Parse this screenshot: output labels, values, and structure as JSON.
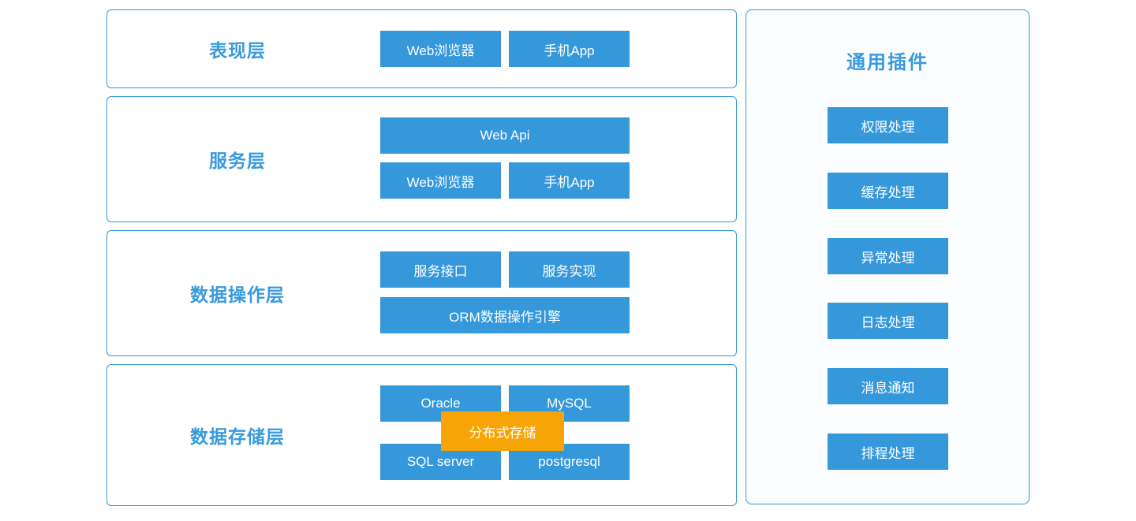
{
  "colors": {
    "primary_blue": "#3598db",
    "label_blue": "#3a9adc",
    "accent_orange": "#f7a406",
    "panel_background": "#fbfdff",
    "block_text": "#ffffff"
  },
  "layers": [
    {
      "label": "表现层",
      "buttons": [
        "Web浏览器",
        "手机App"
      ]
    },
    {
      "label": "服务层",
      "buttons": [
        "Web Api",
        "Web浏览器",
        "手机App"
      ]
    },
    {
      "label": "数据操作层",
      "buttons": [
        "服务接口",
        "服务实现",
        "ORM数据操作引擎"
      ]
    },
    {
      "label": "数据存储层",
      "buttons": [
        "Oracle",
        "MySQL",
        "SQL server",
        "postgresql"
      ],
      "overlay": "分布式存储"
    }
  ],
  "plugins_panel": {
    "title": "通用插件",
    "items": [
      "权限处理",
      "缓存处理",
      "异常处理",
      "日志处理",
      "消息通知",
      "排程处理"
    ]
  }
}
